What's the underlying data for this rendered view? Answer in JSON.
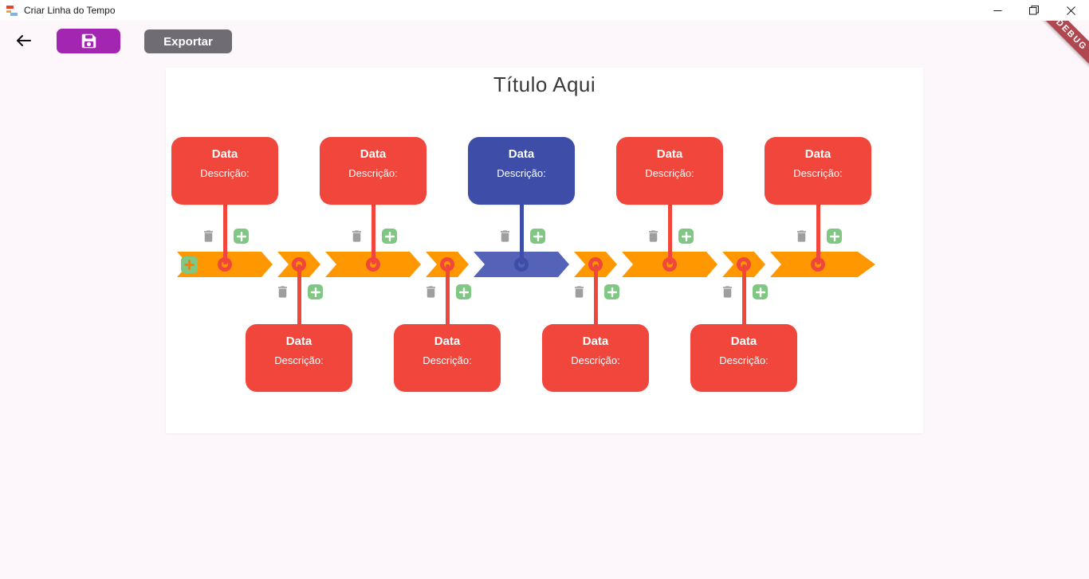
{
  "window": {
    "title": "Criar Linha do Tempo"
  },
  "debug_banner": {
    "label": "DEBUG",
    "color": "#B0484F"
  },
  "toolbar": {
    "export_label": "Exportar",
    "save_color": "#A226B2",
    "export_color": "#6F6C73"
  },
  "canvas": {
    "title": "Título Aqui",
    "background": "#FFFFFF",
    "page_background": "#FDF7FC"
  },
  "timeline": {
    "selected_index": 4,
    "colors": {
      "segment": "#FF9800",
      "segment_selected": "#5463B7",
      "event": "#F0463C",
      "event_selected": "#3E4EA8",
      "connector": "#F0463C",
      "connector_selected": "#3E4EA8",
      "add_button_bg": "#7FC783",
      "add_button_glyph": "#FFFFFF",
      "start_add_glyph": "#F57C00",
      "delete_icon": "#9E9E9E"
    },
    "events": [
      {
        "position": "top",
        "title": "Data",
        "description": "Descrição:"
      },
      {
        "position": "bottom",
        "title": "Data",
        "description": "Descrição:"
      },
      {
        "position": "top",
        "title": "Data",
        "description": "Descrição:"
      },
      {
        "position": "bottom",
        "title": "Data",
        "description": "Descrição:"
      },
      {
        "position": "top",
        "title": "Data",
        "description": "Descrição:"
      },
      {
        "position": "bottom",
        "title": "Data",
        "description": "Descrição:"
      },
      {
        "position": "top",
        "title": "Data",
        "description": "Descrição:"
      },
      {
        "position": "bottom",
        "title": "Data",
        "description": "Descrição:"
      },
      {
        "position": "top",
        "title": "Data",
        "description": "Descrição:"
      }
    ]
  }
}
